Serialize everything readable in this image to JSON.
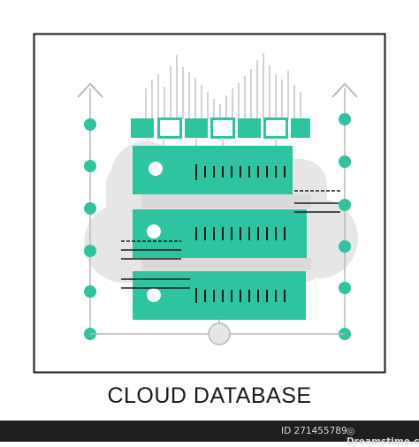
{
  "caption": "CLOUD DATABASE",
  "watermark": {
    "id_text": "ID 271455789",
    "logo_text": "Dreamstime.com",
    "logo_glyph": "◎"
  },
  "colors": {
    "teal": "#2ec4a0",
    "grey": "#d9d9d9",
    "light_grey": "#e6e6e6",
    "line": "#b8b8b8",
    "black": "#1a1a1a",
    "white": "#ffffff"
  }
}
